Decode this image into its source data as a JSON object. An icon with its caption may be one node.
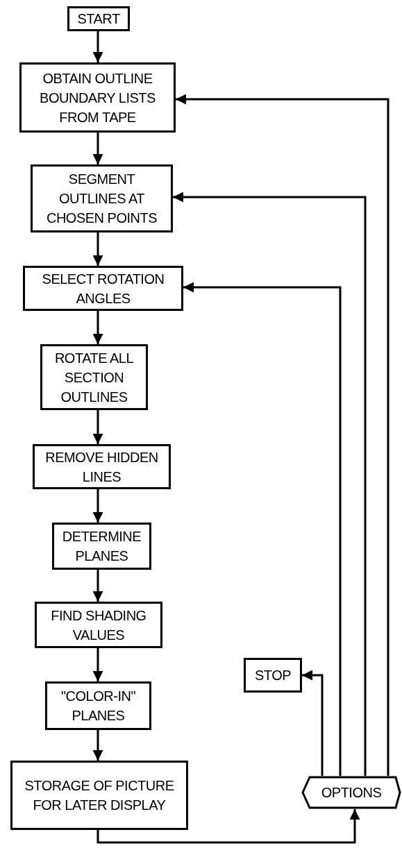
{
  "diagram": {
    "nodes": [
      {
        "text": [
          "START"
        ]
      },
      {
        "text": [
          "OBTAIN OUTLINE BOUNDARY LISTS FROM TAPE"
        ]
      },
      {
        "text": [
          "SEGMENT OUTLINES AT CHOSEN POINTS"
        ]
      },
      {
        "text": [
          "SELECT ROTATION ANGLES"
        ]
      },
      {
        "text": [
          "ROTATE ALL SECTION OUTLINES"
        ]
      },
      {
        "text": [
          "REMOVE HIDDEN LINES"
        ]
      },
      {
        "text": [
          "DETERMINE PLANES"
        ]
      },
      {
        "text": [
          "FIND SHADING VALUES"
        ]
      },
      {
        "text": [
          "\"COLOR-IN\" PLANES"
        ]
      },
      {
        "text": [
          "STORAGE OF PICTURE FOR LATER DISPLAY"
        ]
      },
      {
        "text": [
          "STOP"
        ]
      },
      {
        "text": [
          "OPTIONS"
        ]
      }
    ],
    "edges": [
      {
        "from": 0,
        "to": 1,
        "arrow": "to"
      },
      {
        "from": 1,
        "to": 2,
        "arrow": "to"
      },
      {
        "from": 2,
        "to": 3,
        "arrow": "to"
      },
      {
        "from": 3,
        "to": 4,
        "arrow": "to"
      },
      {
        "from": 4,
        "to": 5,
        "arrow": "to"
      },
      {
        "from": 5,
        "to": 6,
        "arrow": "to"
      },
      {
        "from": 6,
        "to": 7,
        "arrow": "to"
      },
      {
        "from": 7,
        "to": 8,
        "arrow": "to"
      },
      {
        "from": 8,
        "to": 9,
        "arrow": "to"
      },
      {
        "from": 9,
        "to": 11,
        "arrow": "to"
      },
      {
        "from": 11,
        "to": 10,
        "arrow": "to"
      },
      {
        "from": 11,
        "to": 3,
        "arrow": "to"
      },
      {
        "from": 11,
        "to": 2,
        "arrow": "to"
      },
      {
        "from": 11,
        "to": 1,
        "arrow": "to"
      }
    ]
  }
}
